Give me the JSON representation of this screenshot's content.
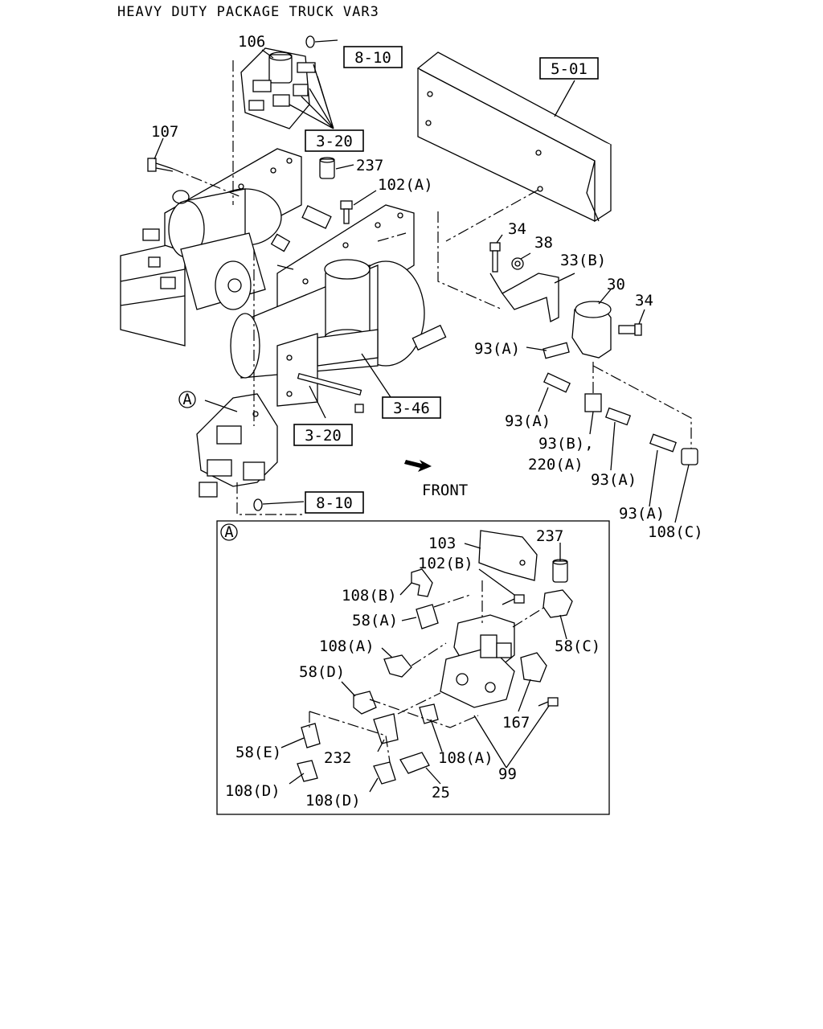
{
  "title": "HEAVY DUTY PACKAGE TRUCK VAR3",
  "front_label": "FRONT",
  "references": {
    "r_8_10_top": "8-10",
    "r_5_01": "5-01",
    "r_3_20_top": "3-20",
    "r_3_46": "3-46",
    "r_3_20_mid": "3-20",
    "r_8_10_bottom": "8-10"
  },
  "callouts": {
    "c106": "106",
    "c107": "107",
    "c237_top": "237",
    "c102a": "102(A)",
    "c34_top": "34",
    "c38": "38",
    "c33b": "33(B)",
    "c30": "30",
    "c34_right": "34",
    "c93a_1": "93(A)",
    "c93a_2": "93(A)",
    "c93b": "93(B),",
    "c220a": "220(A)",
    "c93a_3": "93(A)",
    "c93a_4": "93(A)",
    "c108c": "108(C)",
    "c103": "103",
    "c237_inset": "237",
    "c102b": "102(B)",
    "c108b": "108(B)",
    "c58a": "58(A)",
    "c58c": "58(C)",
    "c108a_1": "108(A)",
    "c58d": "58(D)",
    "c167": "167",
    "c58e": "58(E)",
    "c232": "232",
    "c108a_2": "108(A)",
    "c99": "99",
    "c108d_1": "108(D)",
    "c108d_2": "108(D)",
    "c25": "25"
  },
  "markers": {
    "detail_main": "A",
    "detail_inset": "A"
  }
}
